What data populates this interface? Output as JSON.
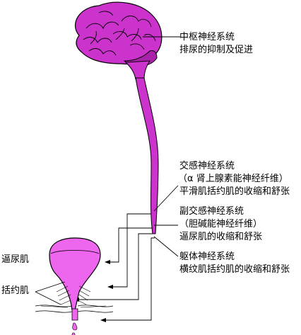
{
  "labels": {
    "cns_title": "中枢神经系统",
    "cns_desc": "排尿的抑制及促进",
    "sympathetic_title": "交感神经系统",
    "sympathetic_fiber": "（α 肾上腺素能神经纤维）",
    "sympathetic_effect": "平滑肌括约肌的收缩和舒张",
    "parasympathetic_title": "副交感神经系统",
    "parasympathetic_fiber": "（胆碱能神经纤维）",
    "parasympathetic_effect": "逼尿肌的收缩和舒张",
    "somatic_title": "躯体神经系统",
    "somatic_effect": "横纹肌括约肌的收缩和舒张",
    "detrusor": "逼尿肌",
    "sphincter": "括约肌"
  },
  "colors": {
    "brain": "#cc33cc",
    "bladder": "#ee66ee",
    "outline": "#000000"
  }
}
